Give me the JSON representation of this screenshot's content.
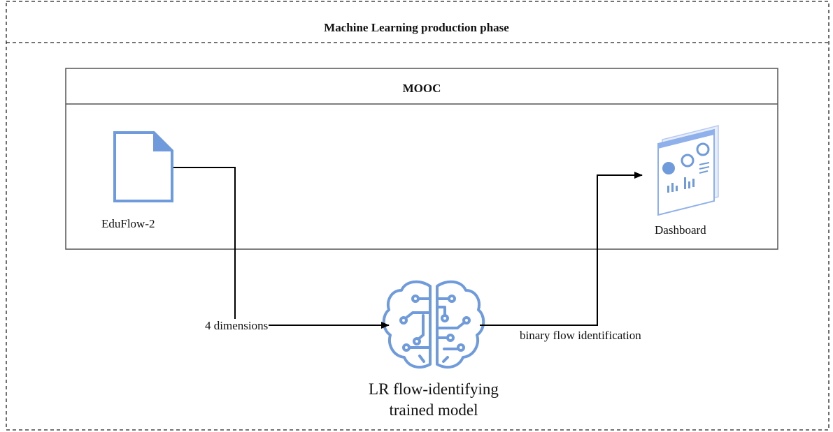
{
  "outer": {
    "title": "Machine Learning production phase"
  },
  "mooc": {
    "title": "MOOC"
  },
  "nodes": {
    "dataset": {
      "label": "EduFlow-2",
      "icon": "document-icon"
    },
    "dashboard": {
      "label": "Dashboard",
      "icon": "dashboard-icon"
    },
    "model": {
      "label": "LR flow-identifying trained model",
      "icon": "brain-circuit-icon"
    }
  },
  "edges": {
    "input": {
      "label": "4 dimensions"
    },
    "output": {
      "label": "binary flow identification"
    }
  },
  "colors": {
    "icon_blue": "#6f9bdc",
    "line": "#000000",
    "border": "#555555"
  }
}
